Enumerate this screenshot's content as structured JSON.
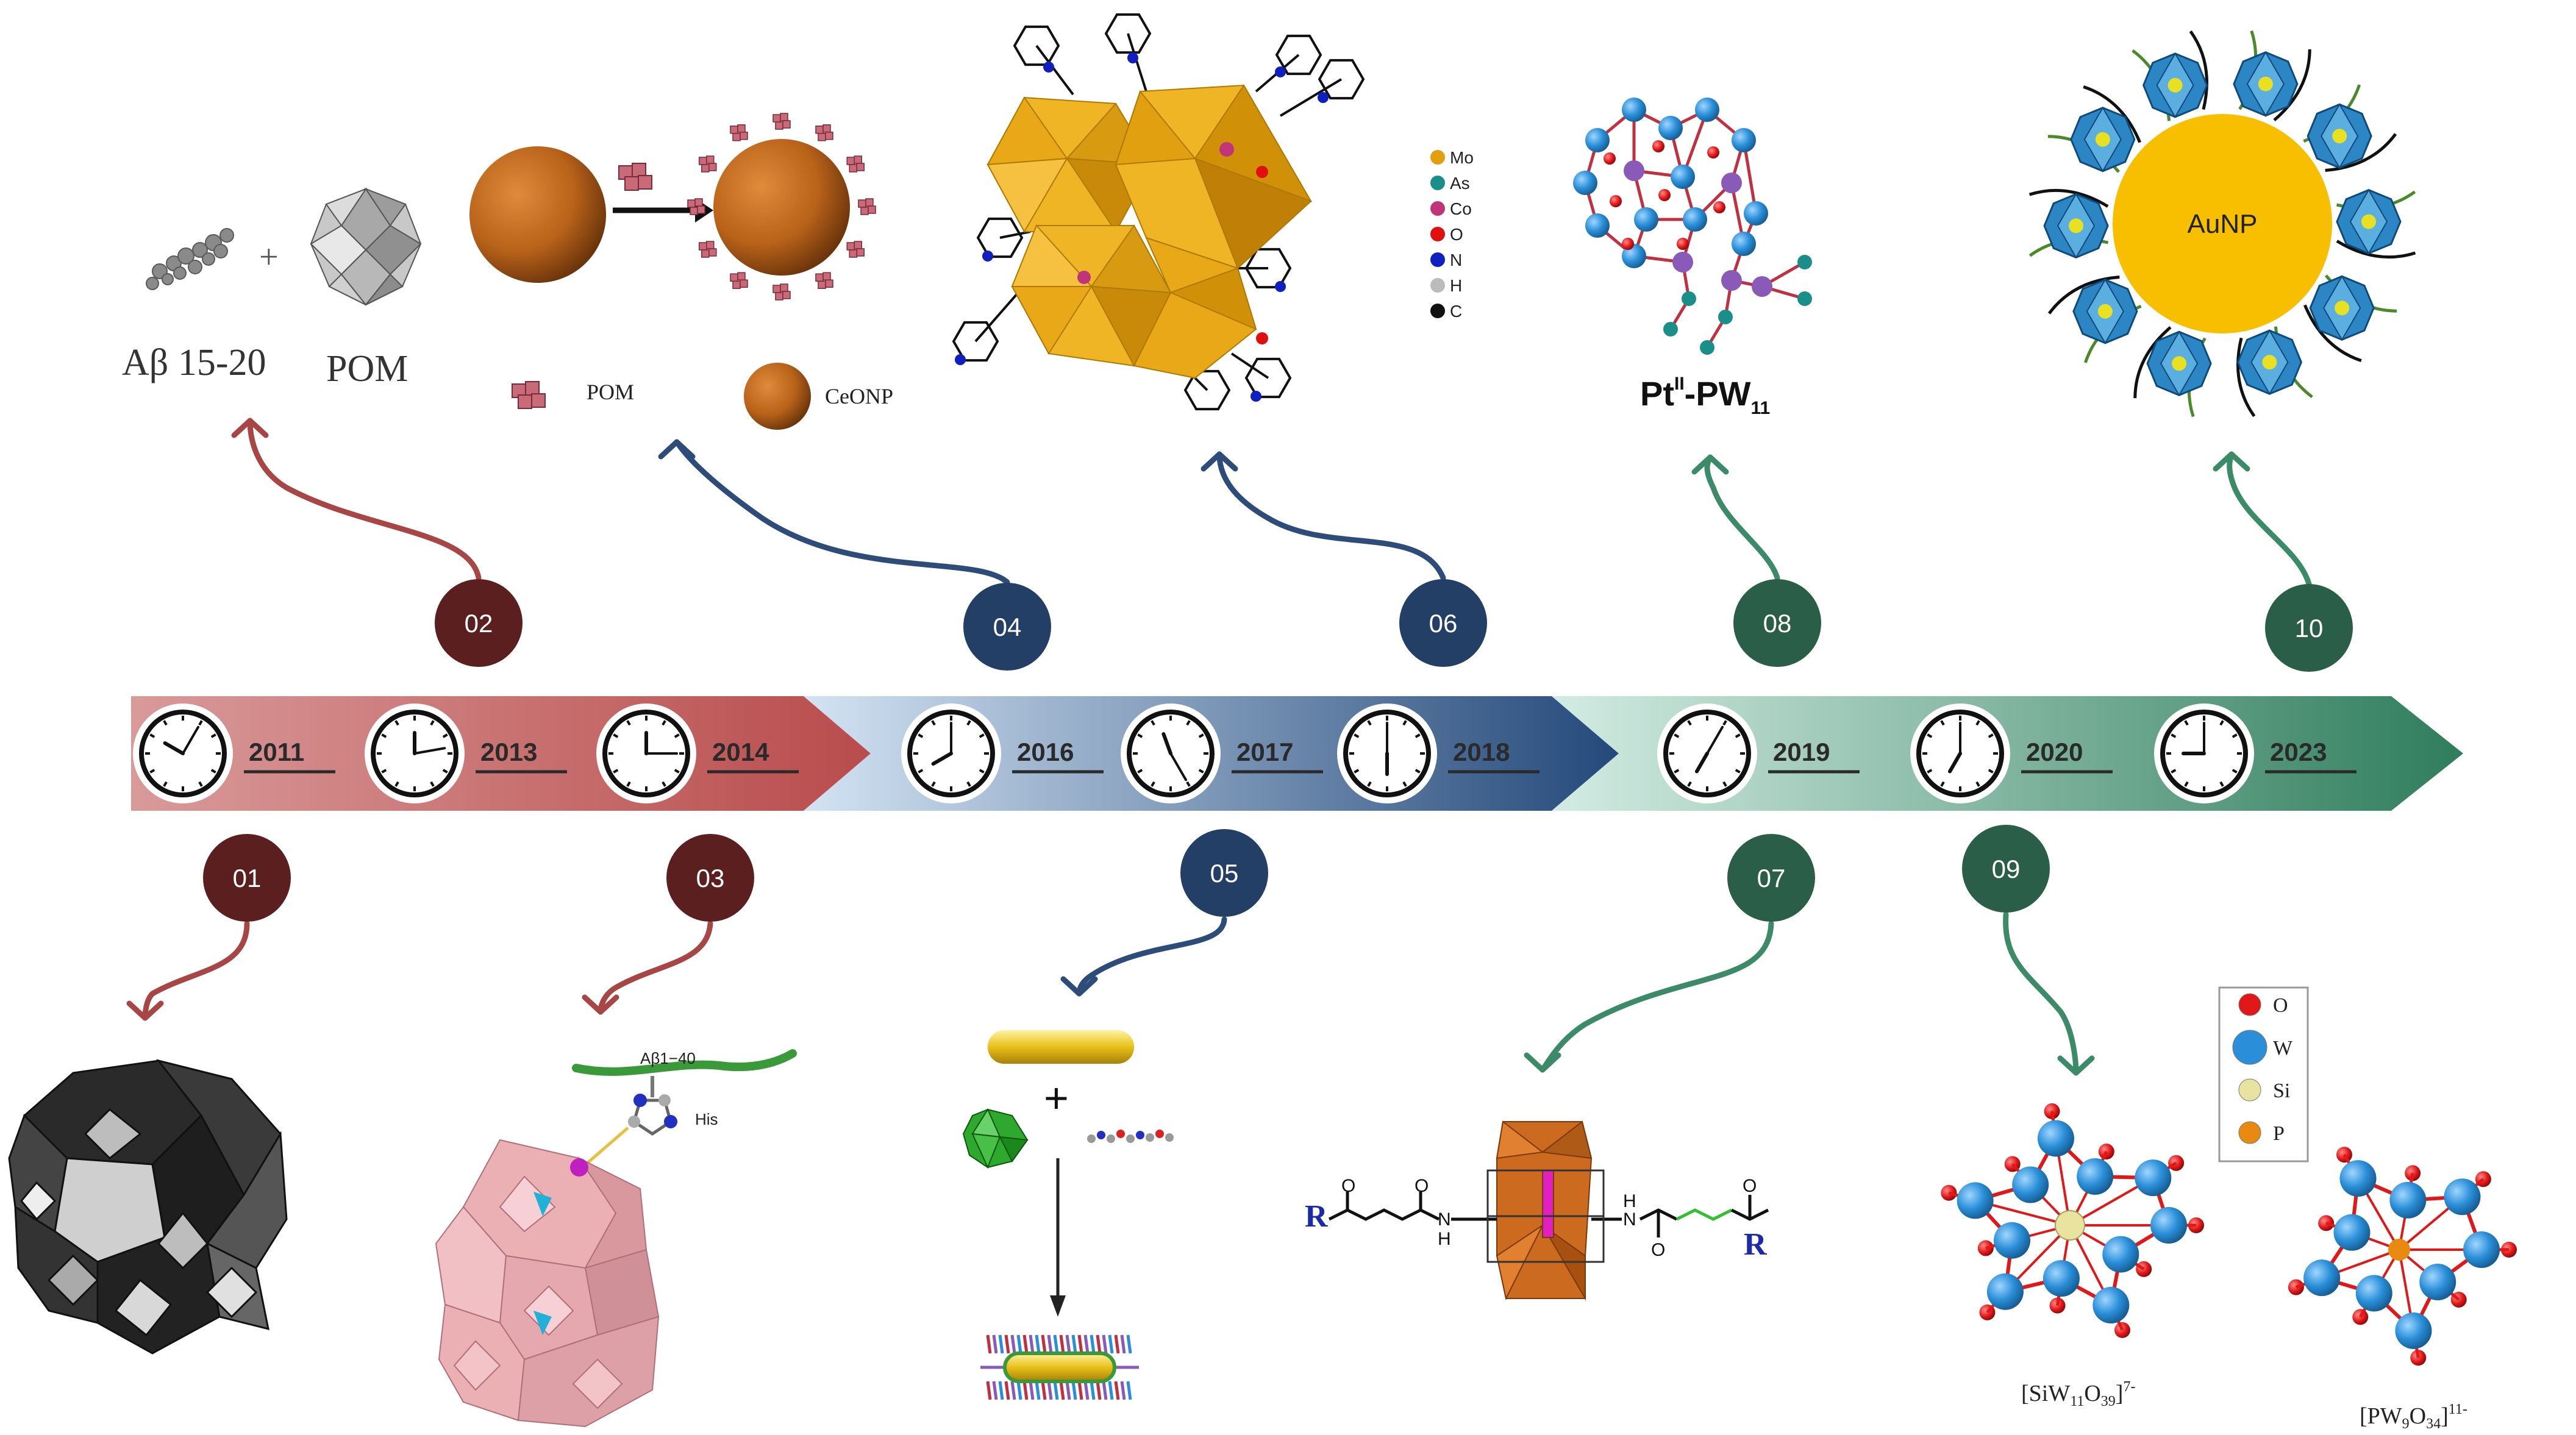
{
  "timeline": {
    "segments": [
      {
        "id": "red",
        "from": "#d99a9a",
        "to": "#b94c4c"
      },
      {
        "id": "blue",
        "from": "#d3e3f3",
        "to": "#24497a"
      },
      {
        "id": "green",
        "from": "#d3ece3",
        "to": "#2f7d5d"
      }
    ],
    "years": [
      "2011",
      "2013",
      "2014",
      "2016",
      "2017",
      "2018",
      "2019",
      "2020",
      "2023"
    ]
  },
  "badges": {
    "top": [
      "02",
      "04",
      "06",
      "08",
      "10"
    ],
    "bottom": [
      "01",
      "03",
      "05",
      "07",
      "09"
    ],
    "colors": {
      "dark_red": "#5b1f1f",
      "navy": "#233f66",
      "green": "#2a5e48"
    }
  },
  "panels": {
    "p02": {
      "left_label": "Aβ 15-20",
      "plus": "+",
      "right_label": "POM"
    },
    "p04": {
      "legend_pom": "POM",
      "legend_ceonp": "CeONP"
    },
    "p06": {
      "legend": [
        {
          "symbol": "Mo",
          "color": "#e0a010"
        },
        {
          "symbol": "As",
          "color": "#1a8f8a"
        },
        {
          "symbol": "Co",
          "color": "#c0357a"
        },
        {
          "symbol": "O",
          "color": "#e01010"
        },
        {
          "symbol": "N",
          "color": "#1020c0"
        },
        {
          "symbol": "H",
          "color": "#bbbbbb"
        },
        {
          "symbol": "C",
          "color": "#111111"
        }
      ]
    },
    "p08": {
      "label": "Pt",
      "sup": "II",
      "rest": "-PW",
      "sub": "11"
    },
    "p10": {
      "core_label": "AuNP"
    },
    "p03": {
      "peptide_label": "Aβ1−40",
      "residue_label": "His"
    },
    "p05": {
      "plus": "+"
    },
    "p07": {
      "r_left": "R",
      "r_right": "R",
      "n_left": "N",
      "n_right": "N",
      "h_left": "H",
      "h_right": "H",
      "o": "O"
    },
    "p09": {
      "legend": [
        {
          "symbol": "O",
          "color": "#e01818"
        },
        {
          "symbol": "W",
          "color": "#2a8fd8"
        },
        {
          "symbol": "Si",
          "color": "#e8e4a0"
        },
        {
          "symbol": "P",
          "color": "#e88a10"
        }
      ],
      "formula1": {
        "main": "[SiW",
        "sub1": "11",
        "mid": "O",
        "sub2": "39",
        "end": "]",
        "sup": "7-"
      },
      "formula2": {
        "main": "[PW",
        "sub1": "9",
        "mid": "O",
        "sub2": "34",
        "end": "]",
        "sup": "11-"
      }
    }
  }
}
